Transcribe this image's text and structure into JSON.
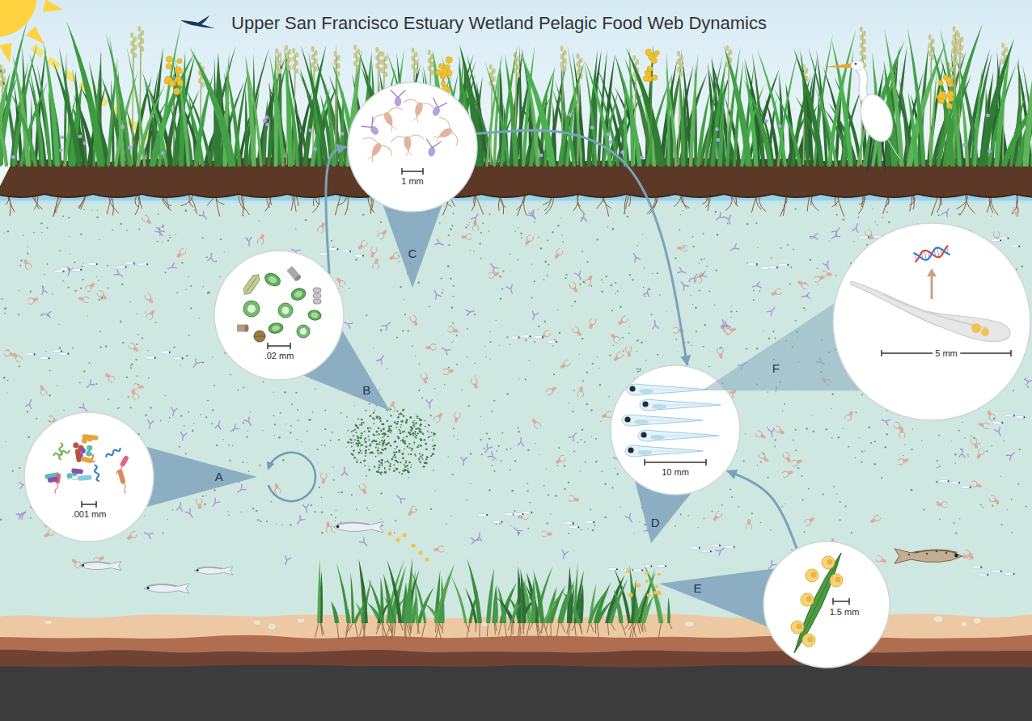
{
  "diagram": {
    "title": "Upper San Francisco Estuary Wetland Pelagic Food Web Dynamics",
    "nodes": [
      {
        "text": [
          "A",
          ".001 mm"
        ]
      },
      {
        "text": [
          "B",
          ".02 mm"
        ]
      },
      {
        "text": [
          "C",
          "1 mm"
        ]
      },
      {
        "text": [
          "D",
          "10 mm"
        ]
      },
      {
        "text": [
          "E",
          "1.5 mm"
        ]
      },
      {
        "text": [
          "F",
          "5 mm"
        ]
      }
    ],
    "edges": [
      {
        "from": 1,
        "to": 2,
        "arrow": "to"
      },
      {
        "from": 2,
        "to": 3,
        "arrow": "to"
      },
      {
        "from": 4,
        "to": 3,
        "arrow": "to"
      }
    ]
  }
}
